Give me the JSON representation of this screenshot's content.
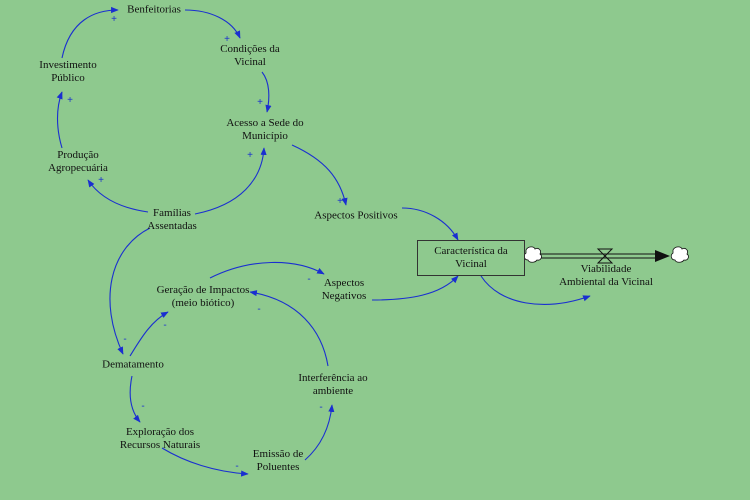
{
  "nodes": {
    "benfeitorias": "Benfeitorias",
    "condicoes": "Condições da\nVicinal",
    "investimento": "Investimento\nPúblico",
    "acesso": "Acesso a Sede do\nMunicípio",
    "producao": "Produção\nAgropecuária",
    "familias": "Famílias\nAssentadas",
    "aspectos_pos": "Aspectos Positivos",
    "caracteristica": "Característica da\nVicinal",
    "viabilidade": "Viabilidade\nAmbiental da Vicinal",
    "geracao": "Geração de Impactos\n(meio biótico)",
    "aspectos_neg": "Aspectos\nNegativos",
    "desmatamento": "Dematamento",
    "interferencia": "Interferência ao\nambiente",
    "exploracao": "Exploração dos\nRecursos Naturais",
    "emissao": "Emissão de\nPoluentes"
  },
  "polarities": {
    "plus": "+",
    "minus": "-"
  },
  "colors": {
    "background": "#8ec98e",
    "link": "#1a2fd0",
    "flow": "#111111"
  }
}
